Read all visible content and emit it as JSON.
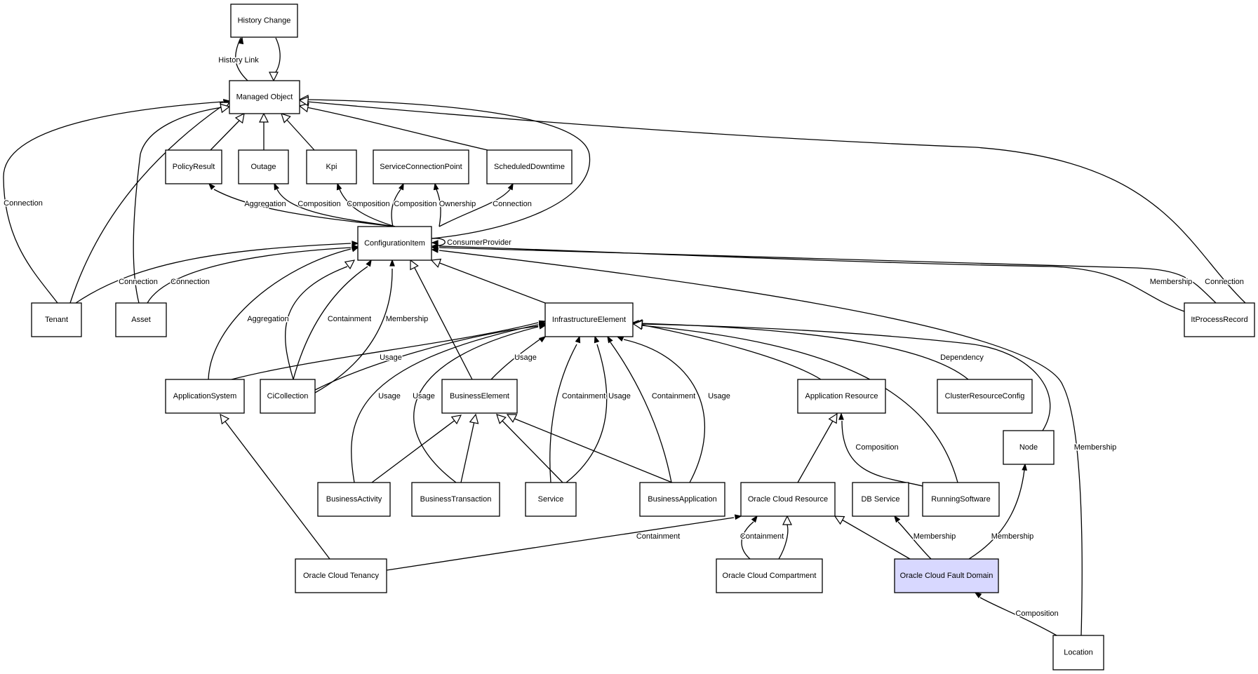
{
  "nodes": [
    {
      "id": "history_change",
      "label": "History Change"
    },
    {
      "id": "managed_object",
      "label": "Managed Object"
    },
    {
      "id": "policy_result",
      "label": "PolicyResult"
    },
    {
      "id": "outage",
      "label": "Outage"
    },
    {
      "id": "kpi",
      "label": "Kpi"
    },
    {
      "id": "service_connection_point",
      "label": "ServiceConnectionPoint"
    },
    {
      "id": "scheduled_downtime",
      "label": "ScheduledDowntime"
    },
    {
      "id": "configuration_item",
      "label": "ConfigurationItem"
    },
    {
      "id": "tenant",
      "label": "Tenant"
    },
    {
      "id": "asset",
      "label": "Asset"
    },
    {
      "id": "infrastructure_element",
      "label": "InfrastructureElement"
    },
    {
      "id": "it_process_record",
      "label": "ItProcessRecord"
    },
    {
      "id": "application_system",
      "label": "ApplicationSystem"
    },
    {
      "id": "ci_collection",
      "label": "CiCollection"
    },
    {
      "id": "business_element",
      "label": "BusinessElement"
    },
    {
      "id": "application_resource",
      "label": "Application Resource"
    },
    {
      "id": "cluster_resource_config",
      "label": "ClusterResourceConfig"
    },
    {
      "id": "node",
      "label": "Node"
    },
    {
      "id": "business_activity",
      "label": "BusinessActivity"
    },
    {
      "id": "business_transaction",
      "label": "BusinessTransaction"
    },
    {
      "id": "service",
      "label": "Service"
    },
    {
      "id": "business_application",
      "label": "BusinessApplication"
    },
    {
      "id": "oracle_cloud_resource",
      "label": "Oracle Cloud Resource"
    },
    {
      "id": "db_service",
      "label": "DB Service"
    },
    {
      "id": "running_software",
      "label": "RunningSoftware"
    },
    {
      "id": "oracle_cloud_tenancy",
      "label": "Oracle Cloud Tenancy"
    },
    {
      "id": "oracle_cloud_compartment",
      "label": "Oracle Cloud Compartment"
    },
    {
      "id": "oracle_cloud_fault_domain",
      "label": "Oracle Cloud Fault Domain",
      "highlighted": true
    },
    {
      "id": "location",
      "label": "Location"
    }
  ],
  "edges": [
    {
      "from": "managed_object",
      "to": "history_change",
      "label": "History Link",
      "arrow": "filled"
    },
    {
      "from": "history_change",
      "to": "managed_object",
      "label": "",
      "arrow": "hollow"
    },
    {
      "from": "policy_result",
      "to": "managed_object",
      "label": "",
      "arrow": "hollow"
    },
    {
      "from": "outage",
      "to": "managed_object",
      "label": "",
      "arrow": "hollow"
    },
    {
      "from": "kpi",
      "to": "managed_object",
      "label": "",
      "arrow": "hollow"
    },
    {
      "from": "scheduled_downtime",
      "to": "managed_object",
      "label": "",
      "arrow": "hollow"
    },
    {
      "from": "configuration_item",
      "to": "managed_object",
      "label": "",
      "arrow": "hollow"
    },
    {
      "from": "tenant",
      "to": "managed_object",
      "label": "Connection",
      "arrow": "filled"
    },
    {
      "from": "tenant",
      "to": "managed_object",
      "label": "",
      "arrow": "hollow"
    },
    {
      "from": "asset",
      "to": "managed_object",
      "label": "",
      "arrow": "hollow"
    },
    {
      "from": "it_process_record",
      "to": "managed_object",
      "label": "",
      "arrow": "hollow"
    },
    {
      "from": "configuration_item",
      "to": "policy_result",
      "label": "Aggregation",
      "arrow": "filled"
    },
    {
      "from": "configuration_item",
      "to": "outage",
      "label": "Composition",
      "arrow": "filled"
    },
    {
      "from": "configuration_item",
      "to": "kpi",
      "label": "Composition",
      "arrow": "filled"
    },
    {
      "from": "configuration_item",
      "to": "service_connection_point",
      "label": "Composition",
      "arrow": "filled"
    },
    {
      "from": "configuration_item",
      "to": "service_connection_point",
      "label": "Ownership",
      "arrow": "filled"
    },
    {
      "from": "configuration_item",
      "to": "scheduled_downtime",
      "label": "Connection",
      "arrow": "filled"
    },
    {
      "from": "configuration_item",
      "to": "configuration_item",
      "label": "ConsumerProvider",
      "arrow": "filled"
    },
    {
      "from": "tenant",
      "to": "configuration_item",
      "label": "Connection",
      "arrow": "filled"
    },
    {
      "from": "asset",
      "to": "configuration_item",
      "label": "Connection",
      "arrow": "filled"
    },
    {
      "from": "it_process_record",
      "to": "configuration_item",
      "label": "Membership",
      "arrow": "filled"
    },
    {
      "from": "it_process_record",
      "to": "configuration_item",
      "label": "Connection",
      "arrow": "filled"
    },
    {
      "from": "location",
      "to": "configuration_item",
      "label": "Membership",
      "arrow": "filled"
    },
    {
      "from": "application_system",
      "to": "configuration_item",
      "label": "Aggregation",
      "arrow": "filled"
    },
    {
      "from": "ci_collection",
      "to": "configuration_item",
      "label": "",
      "arrow": "hollow"
    },
    {
      "from": "ci_collection",
      "to": "configuration_item",
      "label": "Containment",
      "arrow": "filled"
    },
    {
      "from": "ci_collection",
      "to": "configuration_item",
      "label": "Membership",
      "arrow": "filled"
    },
    {
      "from": "business_element",
      "to": "configuration_item",
      "label": "",
      "arrow": "hollow"
    },
    {
      "from": "infrastructure_element",
      "to": "configuration_item",
      "label": "",
      "arrow": "hollow"
    },
    {
      "from": "application_system",
      "to": "infrastructure_element",
      "label": "",
      "arrow": "filled"
    },
    {
      "from": "ci_collection",
      "to": "infrastructure_element",
      "label": "Usage",
      "arrow": "filled"
    },
    {
      "from": "business_element",
      "to": "infrastructure_element",
      "label": "Usage",
      "arrow": "filled"
    },
    {
      "from": "business_activity",
      "to": "infrastructure_element",
      "label": "Usage",
      "arrow": "filled"
    },
    {
      "from": "business_transaction",
      "to": "infrastructure_element",
      "label": "Usage",
      "arrow": "filled"
    },
    {
      "from": "service",
      "to": "infrastructure_element",
      "label": "Containment",
      "arrow": "filled"
    },
    {
      "from": "service",
      "to": "infrastructure_element",
      "label": "Usage",
      "arrow": "filled"
    },
    {
      "from": "business_application",
      "to": "infrastructure_element",
      "label": "Containment",
      "arrow": "filled"
    },
    {
      "from": "business_application",
      "to": "infrastructure_element",
      "label": "Usage",
      "arrow": "filled"
    },
    {
      "from": "application_resource",
      "to": "infrastructure_element",
      "label": "",
      "arrow": "hollow"
    },
    {
      "from": "cluster_resource_config",
      "to": "infrastructure_element",
      "label": "Dependency",
      "arrow": "filled"
    },
    {
      "from": "node",
      "to": "infrastructure_element",
      "label": "",
      "arrow": "hollow"
    },
    {
      "from": "running_software",
      "to": "infrastructure_element",
      "label": "",
      "arrow": "hollow"
    },
    {
      "from": "business_activity",
      "to": "business_element",
      "label": "",
      "arrow": "hollow"
    },
    {
      "from": "business_transaction",
      "to": "business_element",
      "label": "",
      "arrow": "hollow"
    },
    {
      "from": "service",
      "to": "business_element",
      "label": "",
      "arrow": "hollow"
    },
    {
      "from": "business_application",
      "to": "business_element",
      "label": "",
      "arrow": "hollow"
    },
    {
      "from": "oracle_cloud_tenancy",
      "to": "application_system",
      "label": "",
      "arrow": "hollow"
    },
    {
      "from": "oracle_cloud_resource",
      "to": "application_resource",
      "label": "",
      "arrow": "hollow"
    },
    {
      "from": "running_software",
      "to": "application_resource",
      "label": "Composition",
      "arrow": "filled"
    },
    {
      "from": "oracle_cloud_tenancy",
      "to": "oracle_cloud_resource",
      "label": "Containment",
      "arrow": "filled"
    },
    {
      "from": "oracle_cloud_compartment",
      "to": "oracle_cloud_resource",
      "label": "Containment",
      "arrow": "filled"
    },
    {
      "from": "oracle_cloud_compartment",
      "to": "oracle_cloud_resource",
      "label": "",
      "arrow": "hollow"
    },
    {
      "from": "oracle_cloud_fault_domain",
      "to": "oracle_cloud_resource",
      "label": "",
      "arrow": "hollow"
    },
    {
      "from": "oracle_cloud_fault_domain",
      "to": "db_service",
      "label": "Membership",
      "arrow": "filled"
    },
    {
      "from": "oracle_cloud_fault_domain",
      "to": "node",
      "label": "Membership",
      "arrow": "filled"
    },
    {
      "from": "location",
      "to": "oracle_cloud_fault_domain",
      "label": "Composition",
      "arrow": "filled"
    }
  ]
}
